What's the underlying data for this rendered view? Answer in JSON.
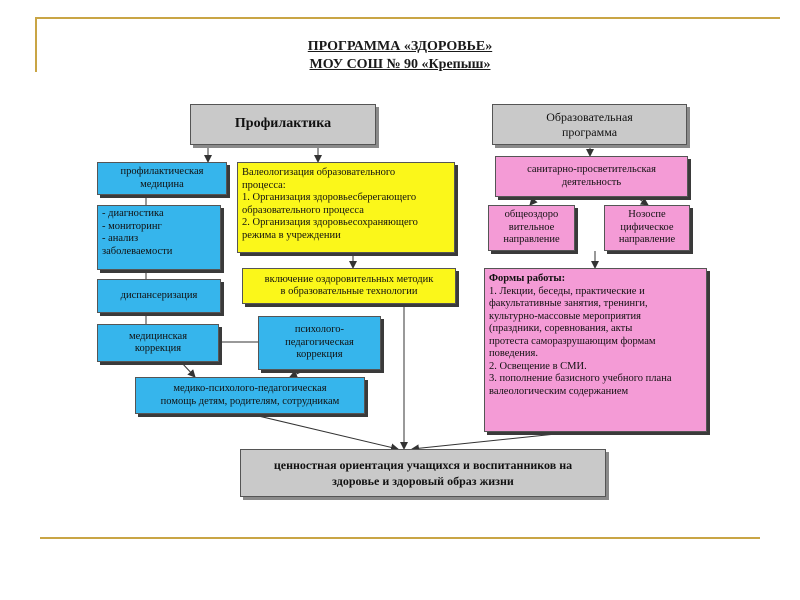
{
  "title": {
    "line1": "ПРОГРАММА «ЗДОРОВЬЕ»",
    "line2": "МОУ СОШ № 90 «Крепыш»"
  },
  "nodes": {
    "profilaktika": "Профилактика",
    "obraz_programma": [
      "Образовательная",
      "программа"
    ],
    "profil_medicina": [
      "профилактическая",
      "медицина"
    ],
    "valeologizaciya": [
      "Валеологизация образовательного",
      "процесса:",
      "1. Организация здоровьесберегающего",
      "образовательного процесса",
      "2. Организация здоровьесохраняющего",
      "режима в учреждении"
    ],
    "sanitarno": [
      "санитарно-просветительская",
      "деятельность"
    ],
    "diagnostika": [
      "- диагностика",
      "- мониторинг",
      "- анализ",
      "заболеваемости"
    ],
    "obshcheozdor": [
      "общеоздоро",
      "вительное",
      "направление"
    ],
    "nozospec": [
      "Нозоспе",
      "цифическое",
      "направление"
    ],
    "dispanserizaciya": "диспансеризация",
    "vklyuchenie": [
      "включение оздоровительных методик",
      "в образовательные технологии"
    ],
    "formy_raboty": {
      "heading": "Формы работы:",
      "lines": [
        "1. Лекции, беседы, практические  и",
        "факультативные занятия, тренинги,",
        "культурно-массовые мероприятия",
        "(праздники, соревнования, акты",
        "протеста саморазрушающим формам",
        "поведения.",
        "2. Освещение в СМИ.",
        "3. пополнение базисного учебного плана",
        "валеологическим содержанием"
      ]
    },
    "med_korrekciya": [
      "медицинская",
      "коррекция"
    ],
    "psih_korrekciya": [
      "психолого-",
      "педагогическая",
      "коррекция"
    ],
    "med_psih_pomosh": [
      "медико-психолого-педагогическая",
      "помощь детям, родителям, сотрудникам"
    ],
    "cennostnaya": [
      "ценностная ориентация учащихся и воспитанников на",
      "здоровье и здоровый образ жизни"
    ]
  },
  "colors": {
    "gray": "#c9c9c9",
    "blue": "#36b5ec",
    "yellow": "#fbf71a",
    "pink": "#f49bd6",
    "accent_line": "#c9a545"
  }
}
